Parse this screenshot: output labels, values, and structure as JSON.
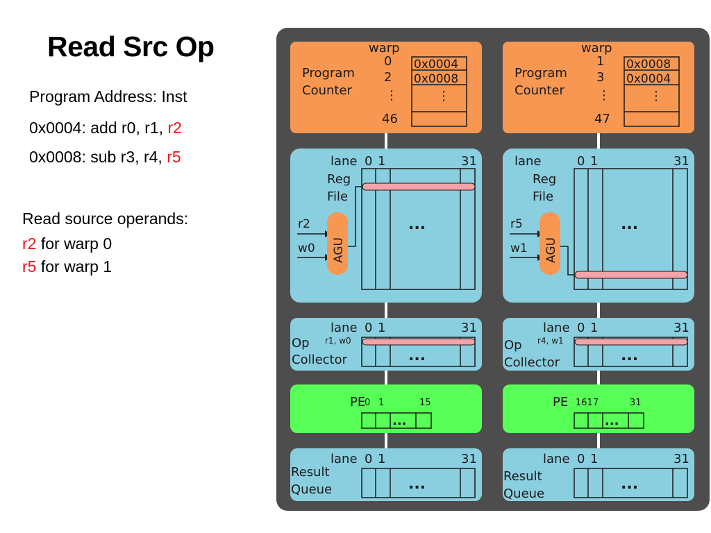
{
  "title": "Read Src Op",
  "program": {
    "header": "Program Address: Inst",
    "inst1": "0x0004: add r0, r1, ",
    "inst1_hl": "r2",
    "inst2": "0x0008: sub r3, r4, ",
    "inst2_hl": "r5"
  },
  "note": {
    "header": "Read source operands:",
    "line1_hl": "r2",
    "line1": " for warp 0",
    "line2_hl": "r5",
    "line2": " for warp 1"
  },
  "colors": {
    "highlight": "#e8141b",
    "frame": "#4d4d4d",
    "pc_block": "#f79752",
    "lane_block": "#8acfe0",
    "pe_block": "#57ff57",
    "reg_row": "#f4a3a8"
  },
  "diagram": {
    "labels": {
      "warp": "warp",
      "program_counter_1": "Program",
      "program_counter_2": "Counter",
      "lane": "lane",
      "lane_0": "0",
      "lane_1": "1",
      "lane_31": "31",
      "reg_file_1": "Reg",
      "reg_file_2": "File",
      "agu": "AGU",
      "op_collector_1": "Op",
      "op_collector_2": "Collector",
      "pe": "PE",
      "result_queue_1": "Result",
      "result_queue_2": "Queue",
      "ellipsis": "...",
      "vdots": "⋮"
    },
    "left": {
      "warps": [
        "0",
        "2",
        "46"
      ],
      "pc_values": [
        "0x0004",
        "0x0008"
      ],
      "reg_input": "r2",
      "warp_input": "w0",
      "op_tag": "r1, w0",
      "pe_lanes": [
        "0",
        "1",
        "15"
      ]
    },
    "right": {
      "warps": [
        "1",
        "3",
        "47"
      ],
      "pc_values": [
        "0x0008",
        "0x0004"
      ],
      "reg_input": "r5",
      "warp_input": "w1",
      "op_tag": "r4, w1",
      "pe_lanes": [
        "1617",
        "31"
      ]
    }
  }
}
